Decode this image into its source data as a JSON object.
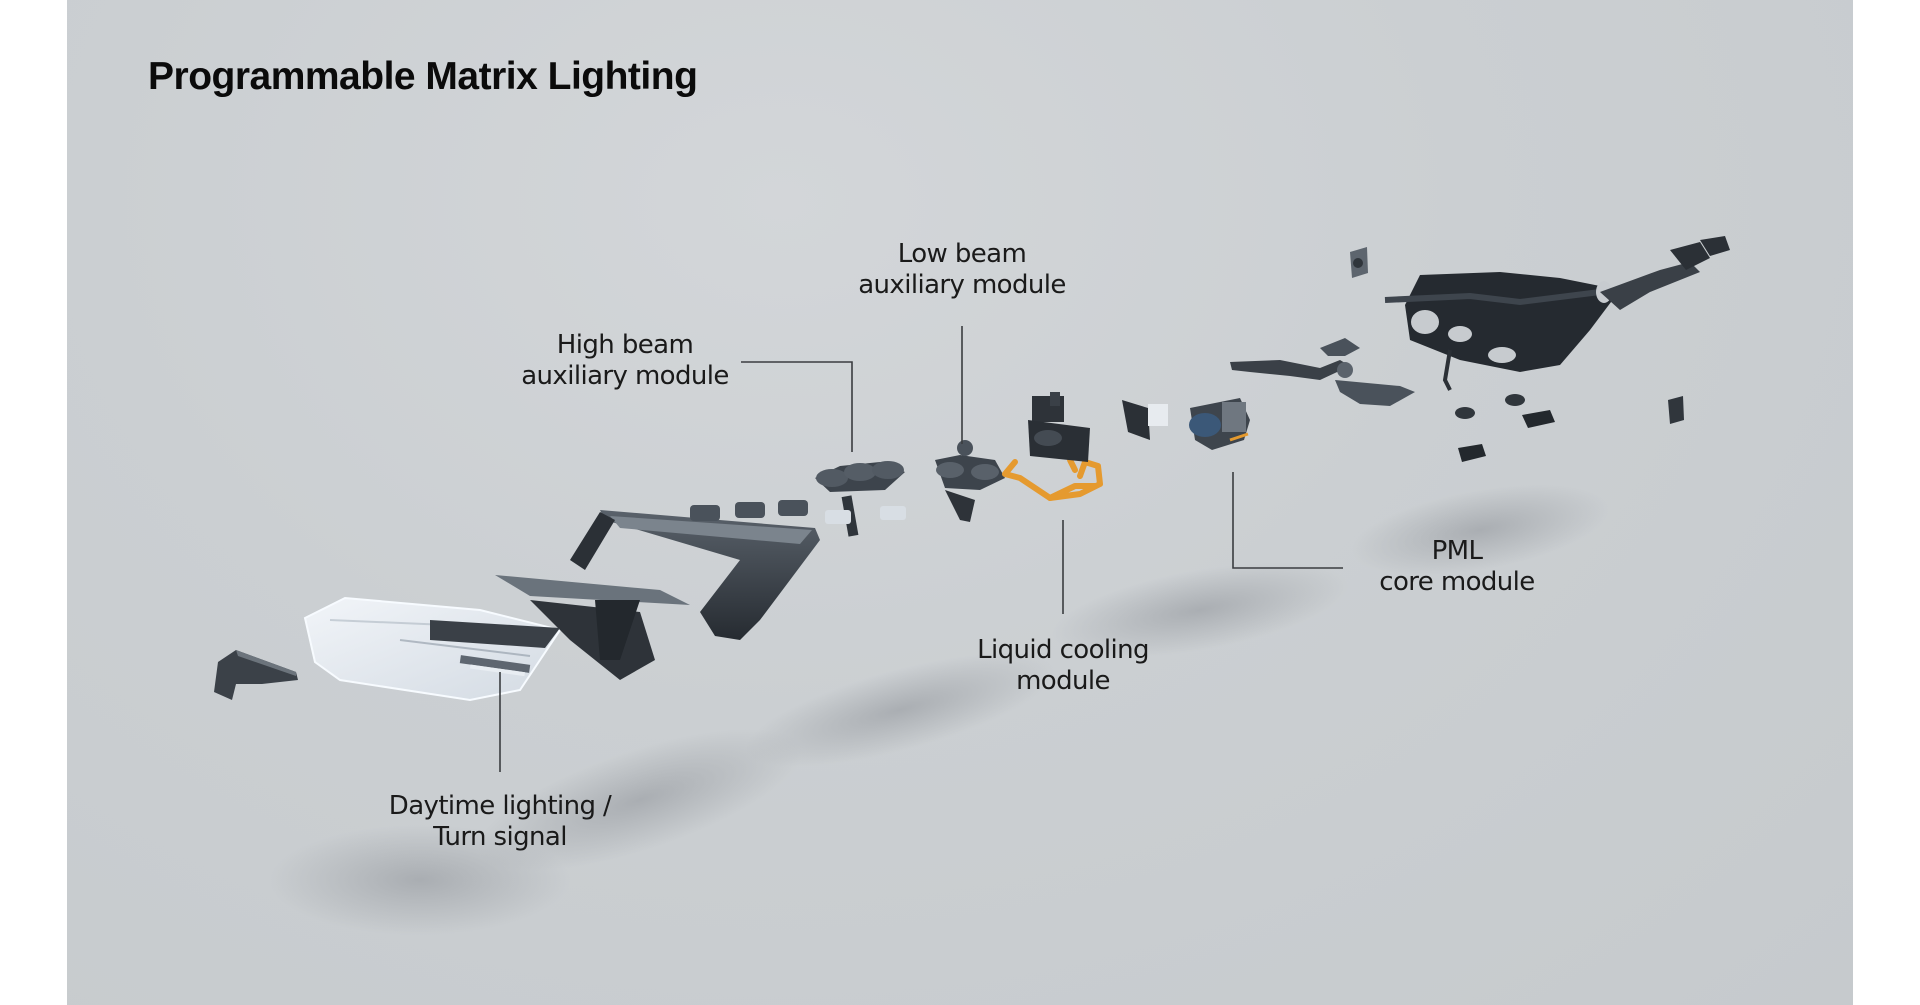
{
  "title": "Programmable Matrix Lighting",
  "labels": {
    "high_beam": {
      "line1": "High beam",
      "line2": "auxiliary module"
    },
    "low_beam": {
      "line1": "Low beam",
      "line2": "auxiliary module"
    },
    "pml_core": {
      "line1": "PML",
      "line2": "core module"
    },
    "liquid_cooling": {
      "line1": "Liquid cooling",
      "line2": "module"
    },
    "daytime": {
      "line1": "Daytime lighting /",
      "line2": "Turn signal"
    }
  },
  "colors": {
    "background": "#cbcfd2",
    "part_dark": "#2e3339",
    "part_mid": "#4a525b",
    "lens": "#e6ecf2",
    "cooling_pipe": "#e59a2f",
    "text": "#1a1a1a"
  }
}
